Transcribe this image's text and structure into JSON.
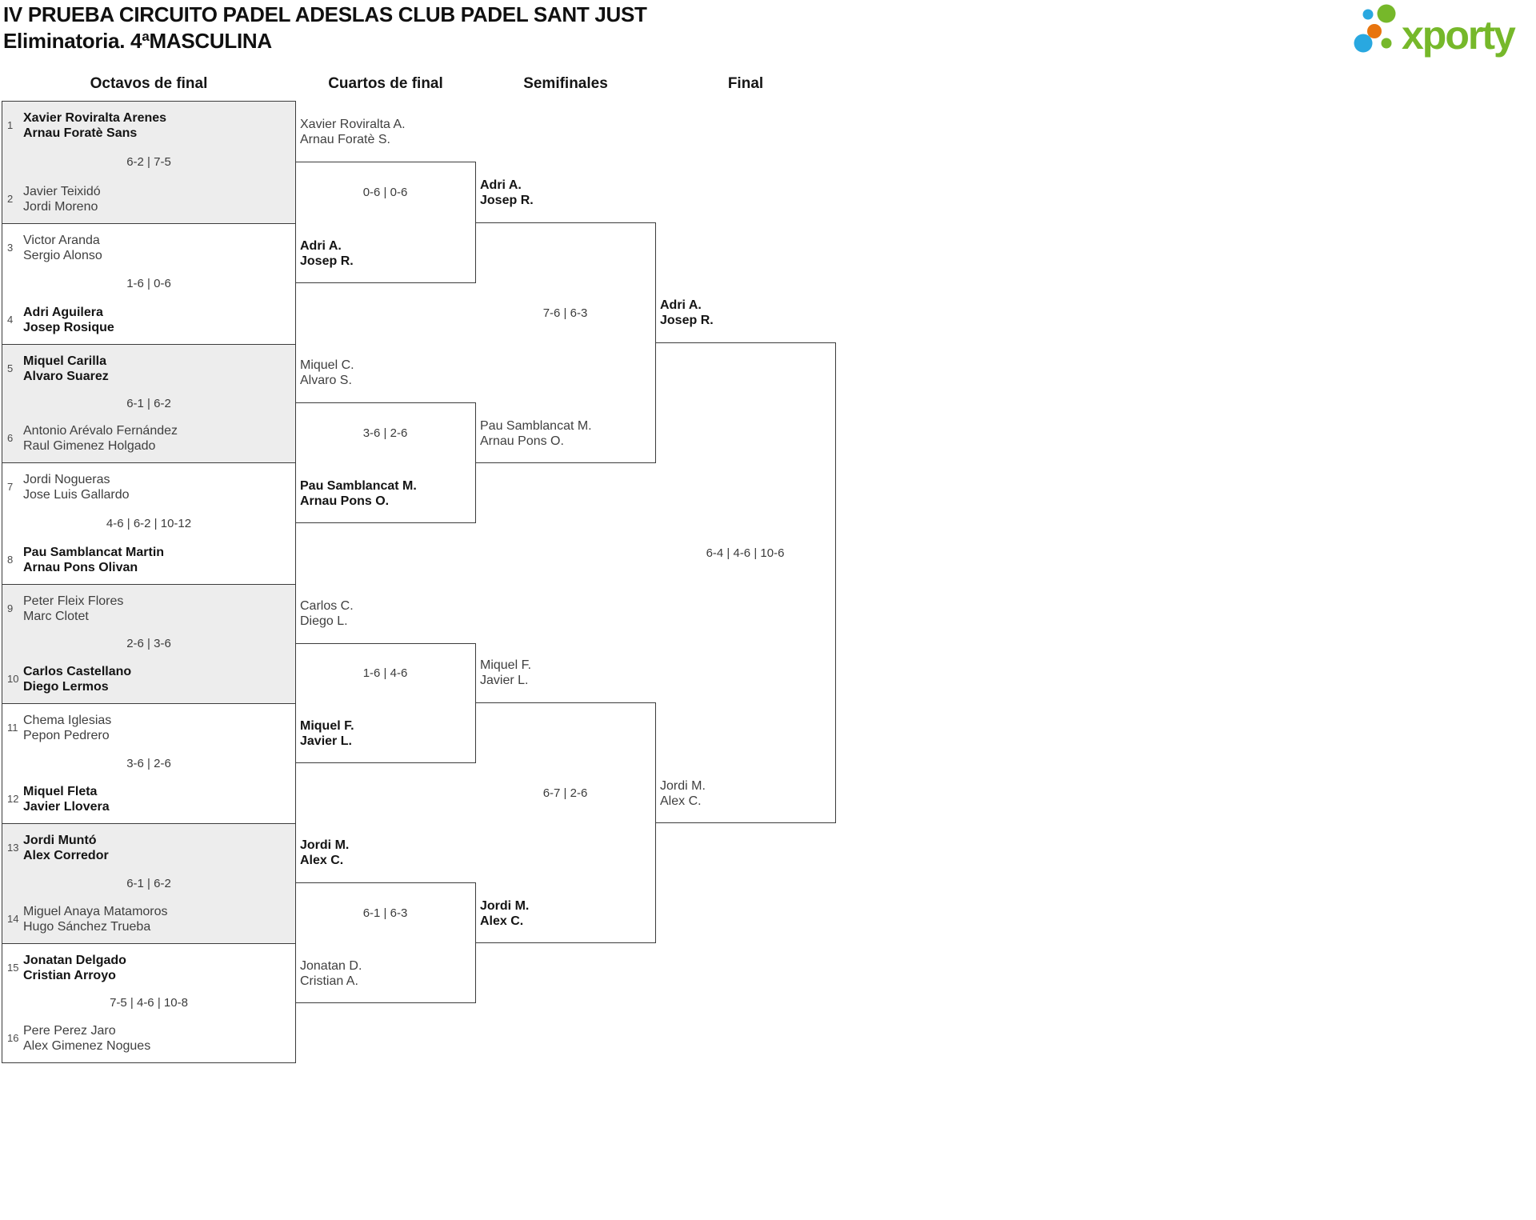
{
  "header": {
    "title_line1": "IV PRUEBA CIRCUITO PADEL ADESLAS CLUB PADEL SANT JUST",
    "title_line2": "Eliminatoria. 4ªMASCULINA"
  },
  "logo": {
    "text": "xporty",
    "colors": {
      "green": "#76b82a",
      "blue": "#29a8e0",
      "orange": "#e8740e"
    }
  },
  "rounds": {
    "r16": "Octavos de final",
    "qf": "Cuartos de final",
    "sf": "Semifinales",
    "final": "Final"
  },
  "bracket": {
    "octavos": [
      {
        "seedA": "1",
        "teamA": [
          "Xavier Roviralta Arenes",
          "Arnau Foratè Sans"
        ],
        "winA": true,
        "score": "6-2 | 7-5",
        "seedB": "2",
        "teamB": [
          "Javier Teixidó",
          "Jordi Moreno"
        ],
        "winB": false
      },
      {
        "seedA": "3",
        "teamA": [
          "Victor Aranda",
          "Sergio Alonso"
        ],
        "winA": false,
        "score": "1-6 | 0-6",
        "seedB": "4",
        "teamB": [
          "Adri Aguilera",
          "Josep Rosique"
        ],
        "winB": true
      },
      {
        "seedA": "5",
        "teamA": [
          "Miquel Carilla",
          "Alvaro Suarez"
        ],
        "winA": true,
        "score": "6-1 | 6-2",
        "seedB": "6",
        "teamB": [
          "Antonio Arévalo Fernández",
          "Raul Gimenez Holgado"
        ],
        "winB": false
      },
      {
        "seedA": "7",
        "teamA": [
          "Jordi Nogueras",
          "Jose Luis Gallardo"
        ],
        "winA": false,
        "score": "4-6 | 6-2 | 10-12",
        "seedB": "8",
        "teamB": [
          "Pau Samblancat Martin",
          "Arnau Pons Olivan"
        ],
        "winB": true
      },
      {
        "seedA": "9",
        "teamA": [
          "Peter Fleix Flores",
          "Marc Clotet"
        ],
        "winA": false,
        "score": "2-6 | 3-6",
        "seedB": "10",
        "teamB": [
          "Carlos Castellano",
          "Diego Lermos"
        ],
        "winB": true
      },
      {
        "seedA": "11",
        "teamA": [
          "Chema Iglesias",
          "Pepon Pedrero"
        ],
        "winA": false,
        "score": "3-6 | 2-6",
        "seedB": "12",
        "teamB": [
          "Miquel Fleta",
          "Javier Llovera"
        ],
        "winB": true
      },
      {
        "seedA": "13",
        "teamA": [
          "Jordi Muntó",
          "Alex Corredor"
        ],
        "winA": true,
        "score": "6-1 | 6-2",
        "seedB": "14",
        "teamB": [
          "Miguel Anaya Matamoros",
          "Hugo Sánchez Trueba"
        ],
        "winB": false
      },
      {
        "seedA": "15",
        "teamA": [
          "Jonatan Delgado",
          "Cristian Arroyo"
        ],
        "winA": true,
        "score": "7-5 | 4-6 | 10-8",
        "seedB": "16",
        "teamB": [
          "Pere Perez Jaro",
          "Alex Gimenez Nogues"
        ],
        "winB": false
      }
    ],
    "cuartos": [
      {
        "teamA": [
          "Xavier Roviralta A.",
          "Arnau Foratè S."
        ],
        "winA": false,
        "score": "0-6 | 0-6",
        "teamB": [
          "Adri A.",
          "Josep R."
        ],
        "winB": true
      },
      {
        "teamA": [
          "Miquel C.",
          "Alvaro S."
        ],
        "winA": false,
        "score": "3-6 | 2-6",
        "teamB": [
          "Pau Samblancat M.",
          "Arnau Pons O."
        ],
        "winB": true
      },
      {
        "teamA": [
          "Carlos C.",
          "Diego L."
        ],
        "winA": false,
        "score": "1-6 | 4-6",
        "teamB": [
          "Miquel F.",
          "Javier L."
        ],
        "winB": true
      },
      {
        "teamA": [
          "Jordi M.",
          "Alex C."
        ],
        "winA": true,
        "score": "6-1 | 6-3",
        "teamB": [
          "Jonatan D.",
          "Cristian A."
        ],
        "winB": false
      }
    ],
    "semifinales": [
      {
        "teamA": [
          "Adri A.",
          "Josep R."
        ],
        "winA": true,
        "score": "7-6 | 6-3",
        "teamB": [
          "Pau Samblancat M.",
          "Arnau Pons O."
        ],
        "winB": false
      },
      {
        "teamA": [
          "Miquel F.",
          "Javier L."
        ],
        "winA": false,
        "score": "6-7 | 2-6",
        "teamB": [
          "Jordi M.",
          "Alex C."
        ],
        "winB": true
      }
    ],
    "final": {
      "teamA": [
        "Adri A.",
        "Josep R."
      ],
      "winA": true,
      "score": "6-4 | 4-6 | 10-6",
      "teamB": [
        "Jordi M.",
        "Alex C."
      ],
      "winB": false
    }
  }
}
